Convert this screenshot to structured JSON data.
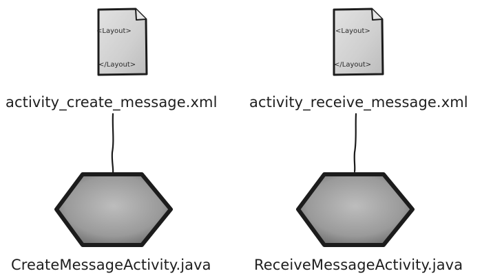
{
  "diagram": {
    "left": {
      "layout_file": {
        "open_tag": "<Layout>",
        "close_tag": "</Layout>",
        "filename": "activity_create_message.xml"
      },
      "activity": {
        "filename": "CreateMessageActivity.java"
      }
    },
    "right": {
      "layout_file": {
        "open_tag": "<Layout>",
        "close_tag": "</Layout>",
        "filename": "activity_receive_message.xml"
      },
      "activity": {
        "filename": "ReceiveMessageActivity.java"
      }
    }
  },
  "colors": {
    "paper_fill": "#d3d3d3",
    "outline": "#1c1c1c",
    "hexagon_fill": "#9a9a9a",
    "connector": "#1a1a1a"
  }
}
